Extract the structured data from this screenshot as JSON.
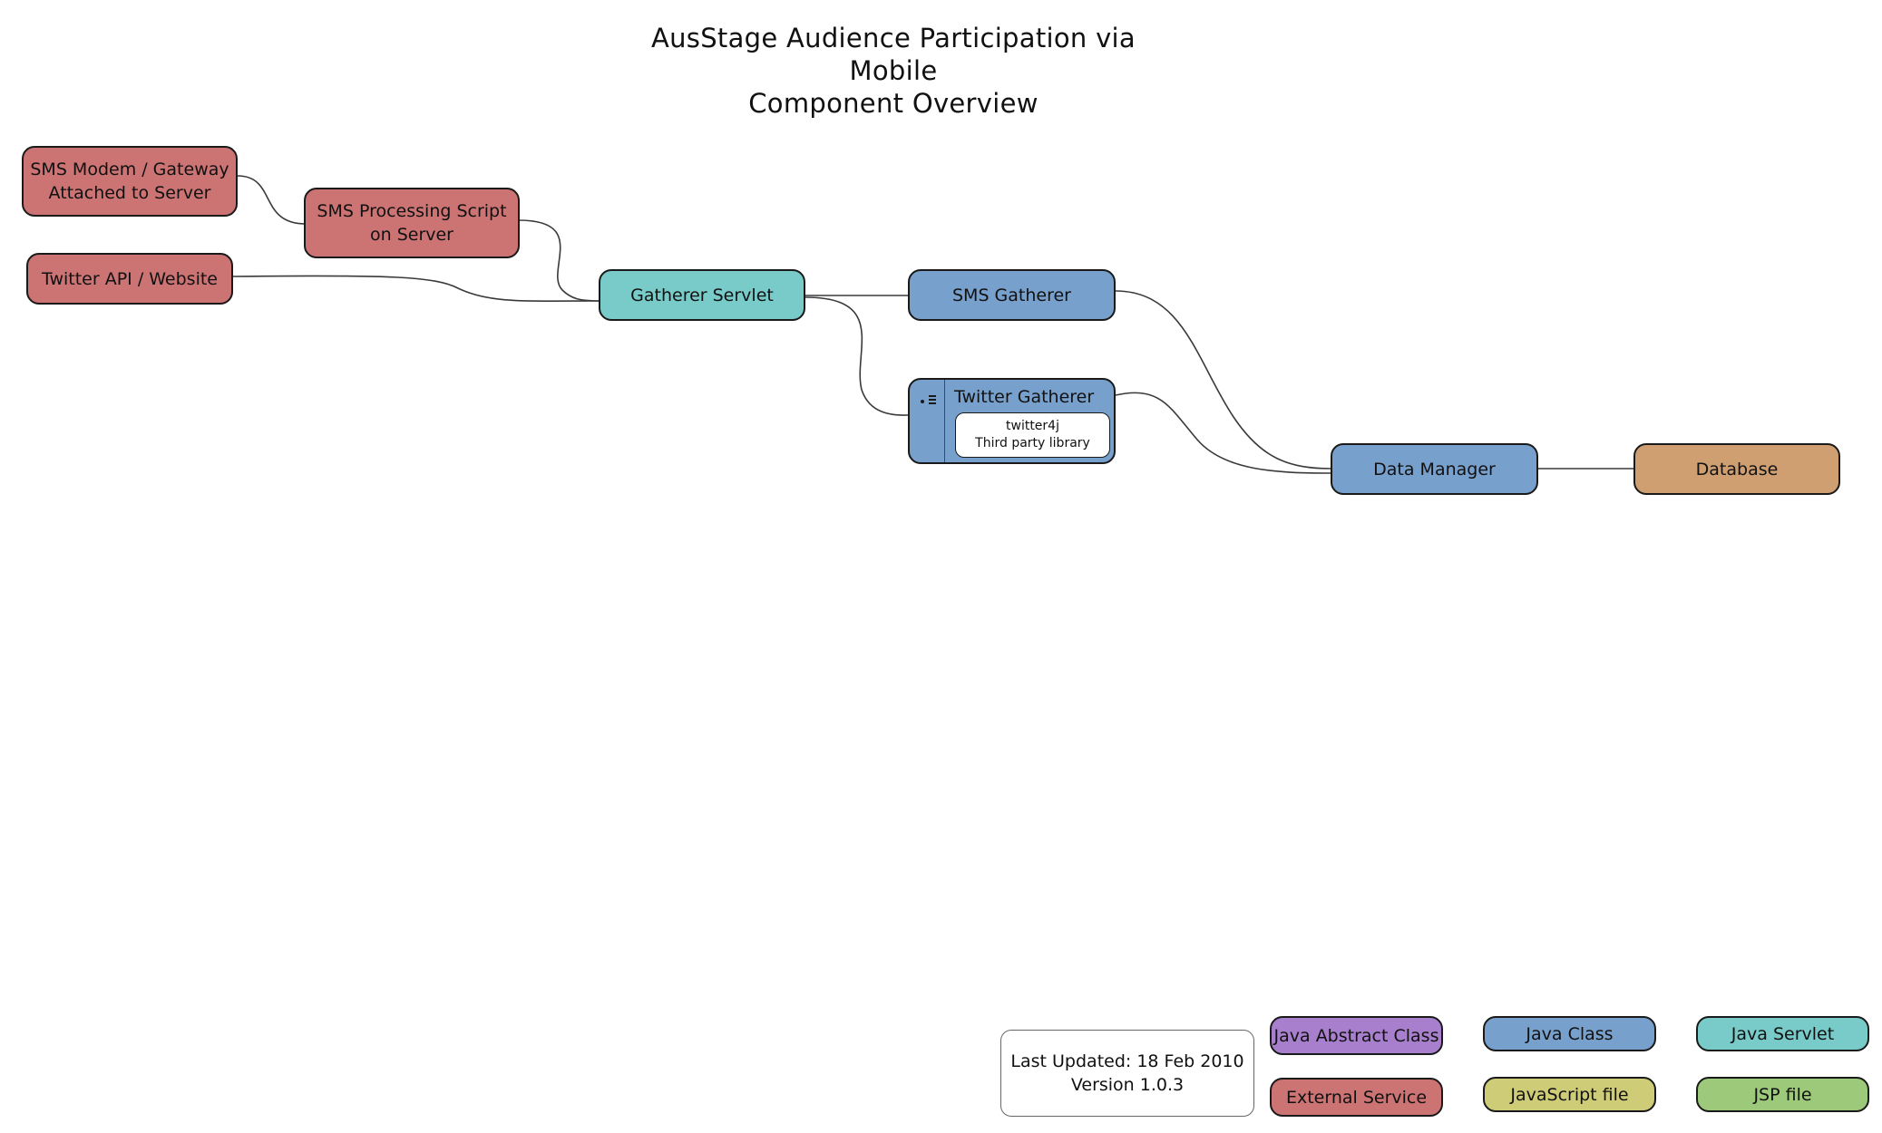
{
  "title": {
    "line1": "AusStage Audience Participation via",
    "line2": "Mobile",
    "line3": "Component Overview"
  },
  "nodes": {
    "sms_modem": {
      "line1": "SMS Modem / Gateway",
      "line2": "Attached to Server"
    },
    "sms_script": {
      "line1": "SMS Processing Script",
      "line2": "on Server"
    },
    "twitter_api": {
      "label": "Twitter API / Website"
    },
    "gatherer_servlet": {
      "label": "Gatherer Servlet"
    },
    "sms_gatherer": {
      "label": "SMS Gatherer"
    },
    "twitter_gatherer": {
      "label": "Twitter Gatherer",
      "sub_line1": "twitter4j",
      "sub_line2": "Third party library"
    },
    "data_manager": {
      "label": "Data Manager"
    },
    "database": {
      "label": "Database"
    }
  },
  "legend": {
    "java_abstract_class": "Java Abstract Class",
    "java_class": "Java Class",
    "java_servlet": "Java Servlet",
    "external_service": "External Service",
    "javascript_file": "JavaScript file",
    "jsp_file": "JSP file"
  },
  "info": {
    "updated": "Last Updated: 18 Feb 2010",
    "version": "Version 1.0.3"
  },
  "colors": {
    "external_service": "#cc7373",
    "java_class": "#78a0cc",
    "java_servlet": "#78cbc8",
    "database": "#cf9f72",
    "java_abstract_class": "#a77fcd",
    "javascript_file": "#cfcc78",
    "jsp_file": "#9dc97a"
  }
}
